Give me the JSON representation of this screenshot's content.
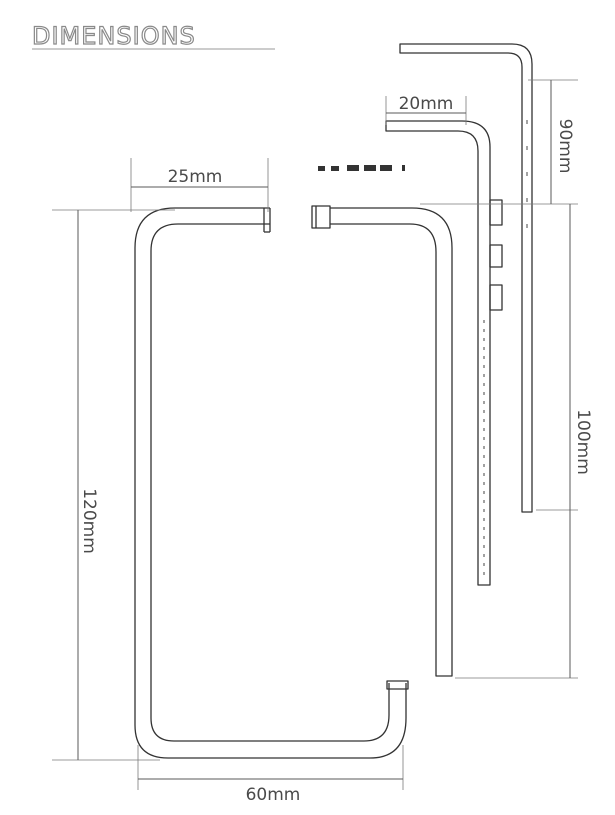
{
  "title": "DIMENSIONS",
  "dimensions": {
    "top_left_width": "25mm",
    "front_height": "120mm",
    "bottom_width": "60mm",
    "side_top_width": "20mm",
    "side_upper_height": "90mm",
    "side_lower_height": "100mm"
  },
  "colors": {
    "line": "#333333",
    "dimension": "#5a5a5a",
    "title": "#8a8a8a"
  }
}
